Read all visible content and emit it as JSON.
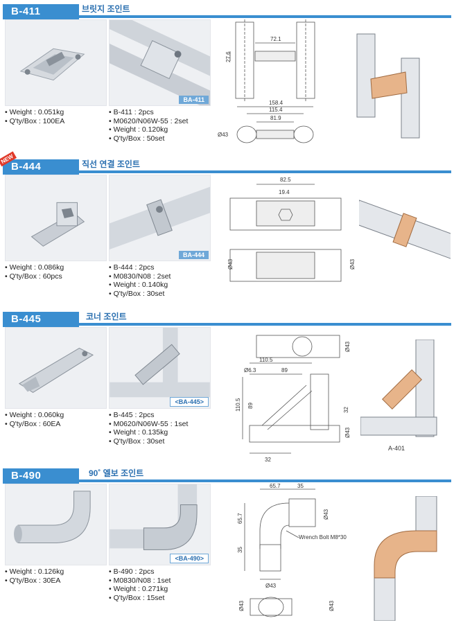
{
  "sections": [
    {
      "code": "B-411",
      "title": "브릿지 조인트",
      "is_new": false,
      "photo_tag": "BA-411",
      "specs_left": [
        "Weight  : 0.051kg",
        "Q'ty/Box : 100EA"
      ],
      "specs_right": [
        "B-411 : 2pcs",
        "M0620/N06W-55 : 2set",
        "Weight : 0.120kg",
        "Q'ty/Box : 50set"
      ],
      "dims": [
        "72.1",
        "27.6",
        "158.4",
        "115.4",
        "81.9",
        "Ø43"
      ]
    },
    {
      "code": "B-444",
      "title": "직선 연결 조인트",
      "is_new": true,
      "new_label": "NEW",
      "photo_tag": "BA-444",
      "specs_left": [
        "Weight  : 0.086kg",
        "Q'ty/Box : 60pcs"
      ],
      "specs_right": [
        "B-444 : 2pcs",
        "M0830/N08 : 2set",
        "Weight : 0.140kg",
        "Q'ty/Box : 30set"
      ],
      "dims": [
        "82.5",
        "19.4",
        "Ø43",
        "Ø43"
      ]
    },
    {
      "code": "B-445",
      "title": "코너 조인트",
      "is_new": false,
      "photo_tag": "<BA-445>",
      "specs_left": [
        "Weight  : 0.060kg",
        "Q'ty/Box : 60EA"
      ],
      "specs_right": [
        "B-445 : 2pcs",
        "M0620/N06W-55 : 1set",
        "Weight  : 0.135kg",
        "Q'ty/Box : 30set"
      ],
      "dims": [
        "110.5",
        "Ø6.3",
        "89",
        "Ø43",
        "110.5",
        "89",
        "32",
        "Ø43",
        "32"
      ],
      "part_label": "A-401"
    },
    {
      "code": "B-490",
      "title": "90˚ 엘보 조인트",
      "is_new": false,
      "photo_tag": "<BA-490>",
      "specs_left": [
        "Weight   : 0.126kg",
        "Q'ty/Box : 30EA"
      ],
      "specs_right": [
        "B-490 : 2pcs",
        "M0830/N08 : 1set",
        "Weight   : 0.271kg",
        "Q'ty/Box : 15set"
      ],
      "dims": [
        "65.7",
        "35",
        "65.7",
        "35",
        "Ø43",
        "Ø43",
        "Ø43",
        "Ø43"
      ],
      "bolt_label": "Wrench Bolt M8*30"
    }
  ]
}
